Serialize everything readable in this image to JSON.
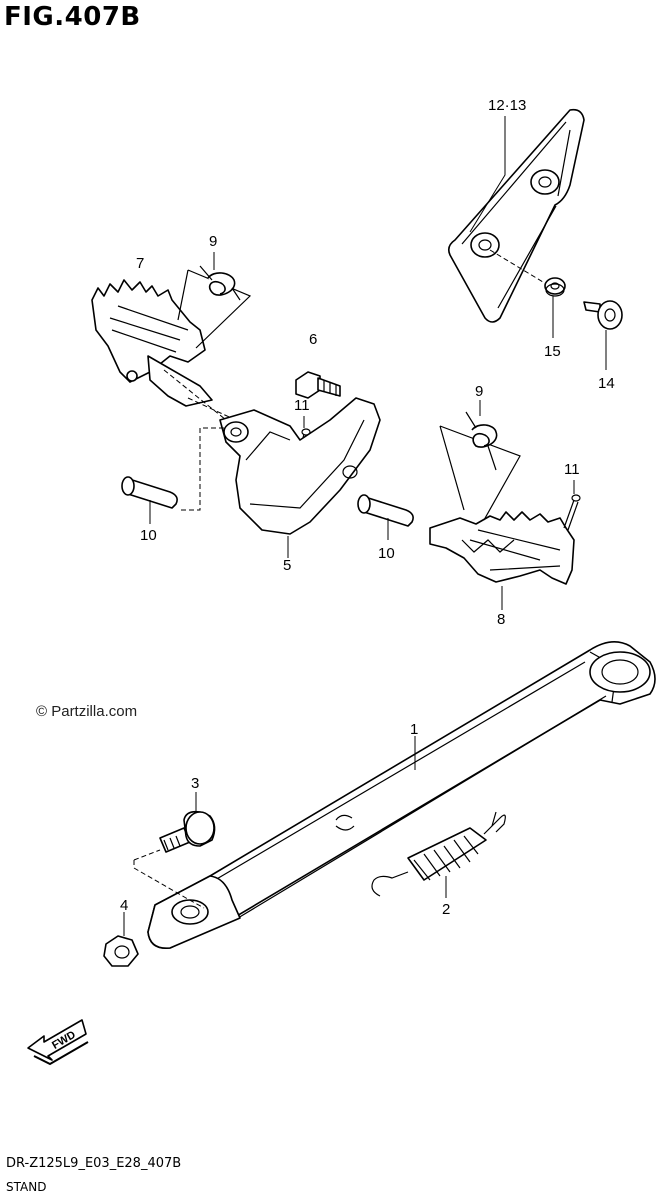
{
  "figure": {
    "title": "FIG.407B",
    "copyright": "© Partzilla.com",
    "code": "DR-Z125L9_E03_E28_407B",
    "name": "STAND"
  },
  "callouts": {
    "c1": "1",
    "c2": "2",
    "c3": "3",
    "c4": "4",
    "c5": "5",
    "c6": "6",
    "c7": "7",
    "c8": "8",
    "c9a": "9",
    "c9b": "9",
    "c10a": "10",
    "c10b": "10",
    "c11a": "11",
    "c11b": "11",
    "c12": "12·13",
    "c14": "14",
    "c15": "15"
  },
  "fwd": {
    "label": "FWD",
    "icon": "fwd-arrow-icon"
  }
}
